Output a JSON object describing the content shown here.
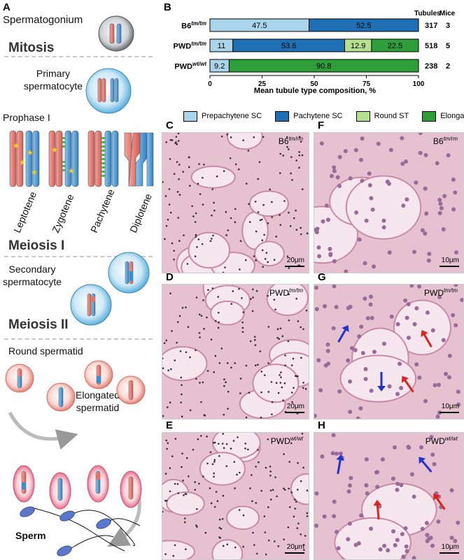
{
  "panel_a": {
    "letter": "A",
    "spermatogonium": "Spermatogonium",
    "mitosis": "Mitosis",
    "primary": [
      "Primary",
      "spermatocyte"
    ],
    "prophase": "Prophase I",
    "stages": [
      "Leptotene",
      "Zygotene",
      "Pachytene",
      "Diplotene"
    ],
    "meiosis1": "Meiosis I",
    "secondary": [
      "Secondary",
      "spermatocyte"
    ],
    "meiosis2": "Meiosis II",
    "round": "Round spermatid",
    "elongated": [
      "Elongated",
      "spermatid"
    ],
    "sperm": "Sperm"
  },
  "panel_b": {
    "letter": "B",
    "col_tubules": "Tubules",
    "col_mice": "Mice",
    "rows": [
      {
        "base": "B6",
        "sup": "tm/tm",
        "tubules": "317",
        "mice": "3"
      },
      {
        "base": "PWD",
        "sup": "tm/tm",
        "tubules": "518",
        "mice": "5"
      },
      {
        "base": "PWD",
        "sup": "wt/wt",
        "tubules": "238",
        "mice": "2"
      }
    ],
    "legend": [
      "Prepachytene SC",
      "Pachytene SC",
      "Round ST",
      "Elongated ST"
    ]
  },
  "chart_data": {
    "type": "bar",
    "orientation": "horizontal",
    "stacked": true,
    "categories": [
      "B6tm/tm",
      "PWDtm/tm",
      "PWDwt/wt"
    ],
    "series": [
      {
        "name": "Prepachytene SC",
        "color": "#a9d4ea",
        "values": [
          47.5,
          11,
          9.2
        ]
      },
      {
        "name": "Pachytene SC",
        "color": "#1f6fb5",
        "values": [
          52.5,
          53.6,
          0
        ]
      },
      {
        "name": "Round ST",
        "color": "#b5e08f",
        "values": [
          0,
          12.9,
          0
        ]
      },
      {
        "name": "Elongated ST",
        "color": "#2e9e3a",
        "values": [
          0,
          22.5,
          90.8
        ]
      }
    ],
    "xlabel": "Mean tubule type composition, %",
    "xlim": [
      0,
      100
    ],
    "xticks": [
      "0",
      "25",
      "50",
      "75",
      "100"
    ],
    "legend_position": "bottom"
  },
  "micro": [
    {
      "letter": "C",
      "title_base": "B6",
      "title_sup": "tm/rm",
      "scale": "20μm"
    },
    {
      "letter": "F",
      "title_base": "B6",
      "title_sup": "tm/rm",
      "scale": "10μm"
    },
    {
      "letter": "D",
      "title_base": "PWD",
      "title_sup": "tm/tm",
      "scale": "20μm"
    },
    {
      "letter": "G",
      "title_base": "PWD",
      "title_sup": "tm/tm",
      "scale": "10μm"
    },
    {
      "letter": "E",
      "title_base": "PWD",
      "title_sup": "wt/wt",
      "scale": "20μm"
    },
    {
      "letter": "H",
      "title_base": "PWD",
      "title_sup": "wt/wt",
      "scale": "10μm"
    }
  ],
  "colors": {
    "chrom_red": "#e4736b",
    "chrom_blue": "#3b8fd0",
    "cell_blue": "#bfe3f5",
    "cell_pink": "#f8c9c3",
    "tissue": "#e8c6d4"
  }
}
